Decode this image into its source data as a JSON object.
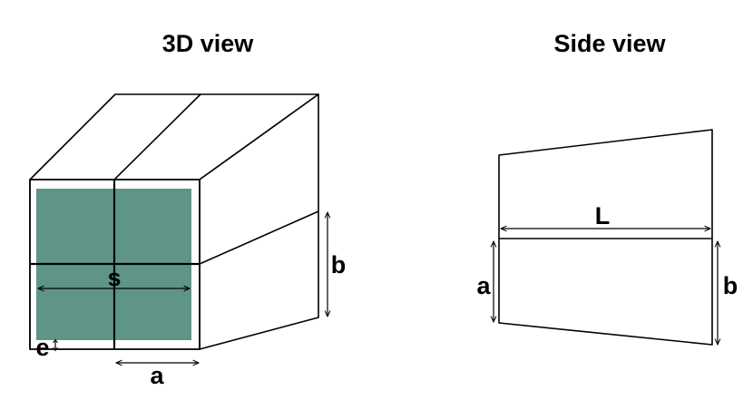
{
  "titles": {
    "left": "3D view",
    "right": "Side view"
  },
  "labels_3d": {
    "s": "s",
    "b": "b",
    "a": "a",
    "e": "e"
  },
  "labels_side": {
    "L": "L",
    "a": "a",
    "b": "b"
  },
  "colors": {
    "cross_section_fill": "#5f9489",
    "line": "#000000",
    "background": "#ffffff"
  }
}
